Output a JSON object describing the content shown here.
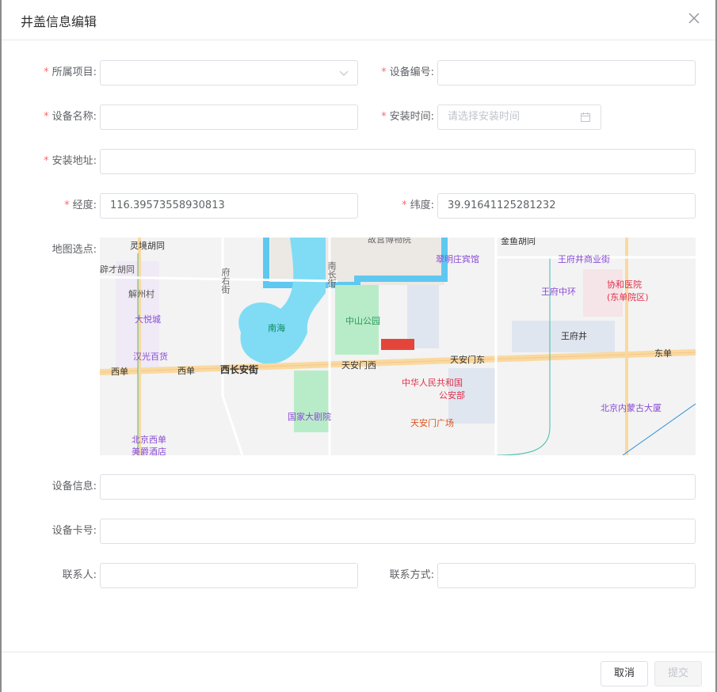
{
  "dialog": {
    "title": "井盖信息编辑"
  },
  "form": {
    "project": {
      "label": "所属项目:",
      "value": ""
    },
    "device_no": {
      "label": "设备编号:",
      "value": ""
    },
    "device_name": {
      "label": "设备名称:",
      "value": ""
    },
    "install_time": {
      "label": "安装时间:",
      "placeholder": "请选择安装时间"
    },
    "address": {
      "label": "安装地址:",
      "value": ""
    },
    "longitude": {
      "label": "经度:",
      "value": "116.39573558930813"
    },
    "latitude": {
      "label": "纬度:",
      "value": "39.91641125281232"
    },
    "map": {
      "label": "地图选点:"
    },
    "device_info": {
      "label": "设备信息:",
      "value": ""
    },
    "card_no": {
      "label": "设备卡号:",
      "value": ""
    },
    "contact": {
      "label": "联系人:",
      "value": ""
    },
    "contact_method": {
      "label": "联系方式:",
      "value": ""
    },
    "required_mark": "*"
  },
  "map_labels": {
    "l1": "灵境胡同",
    "l2": "辟才胡同",
    "l3": "解州村",
    "l4": "大悦城",
    "l5": "汉光百货",
    "l6": "西单",
    "l7": "西单",
    "l8": "西长安街",
    "l9": "府右街",
    "l10": "南海",
    "l11": "南长街",
    "l12": "中山公园",
    "l13": "天安门西",
    "l14": "天安门东",
    "l15": "故宫博物院",
    "l16": "翠明庄宾馆",
    "l17": "金鱼胡同",
    "l18": "王府井商业街",
    "l19": "王府中环",
    "l20": "协和医院",
    "l21": "(东单院区)",
    "l22": "王府井",
    "l23": "东单",
    "l24": "中华人民共和国",
    "l25": "公安部",
    "l26": "国家大剧院",
    "l27": "天安门广场",
    "l28": "北京内蒙古大厦",
    "l29": "北京西单",
    "l30": "美爵酒店"
  },
  "footer": {
    "cancel": "取消",
    "submit": "提交"
  }
}
